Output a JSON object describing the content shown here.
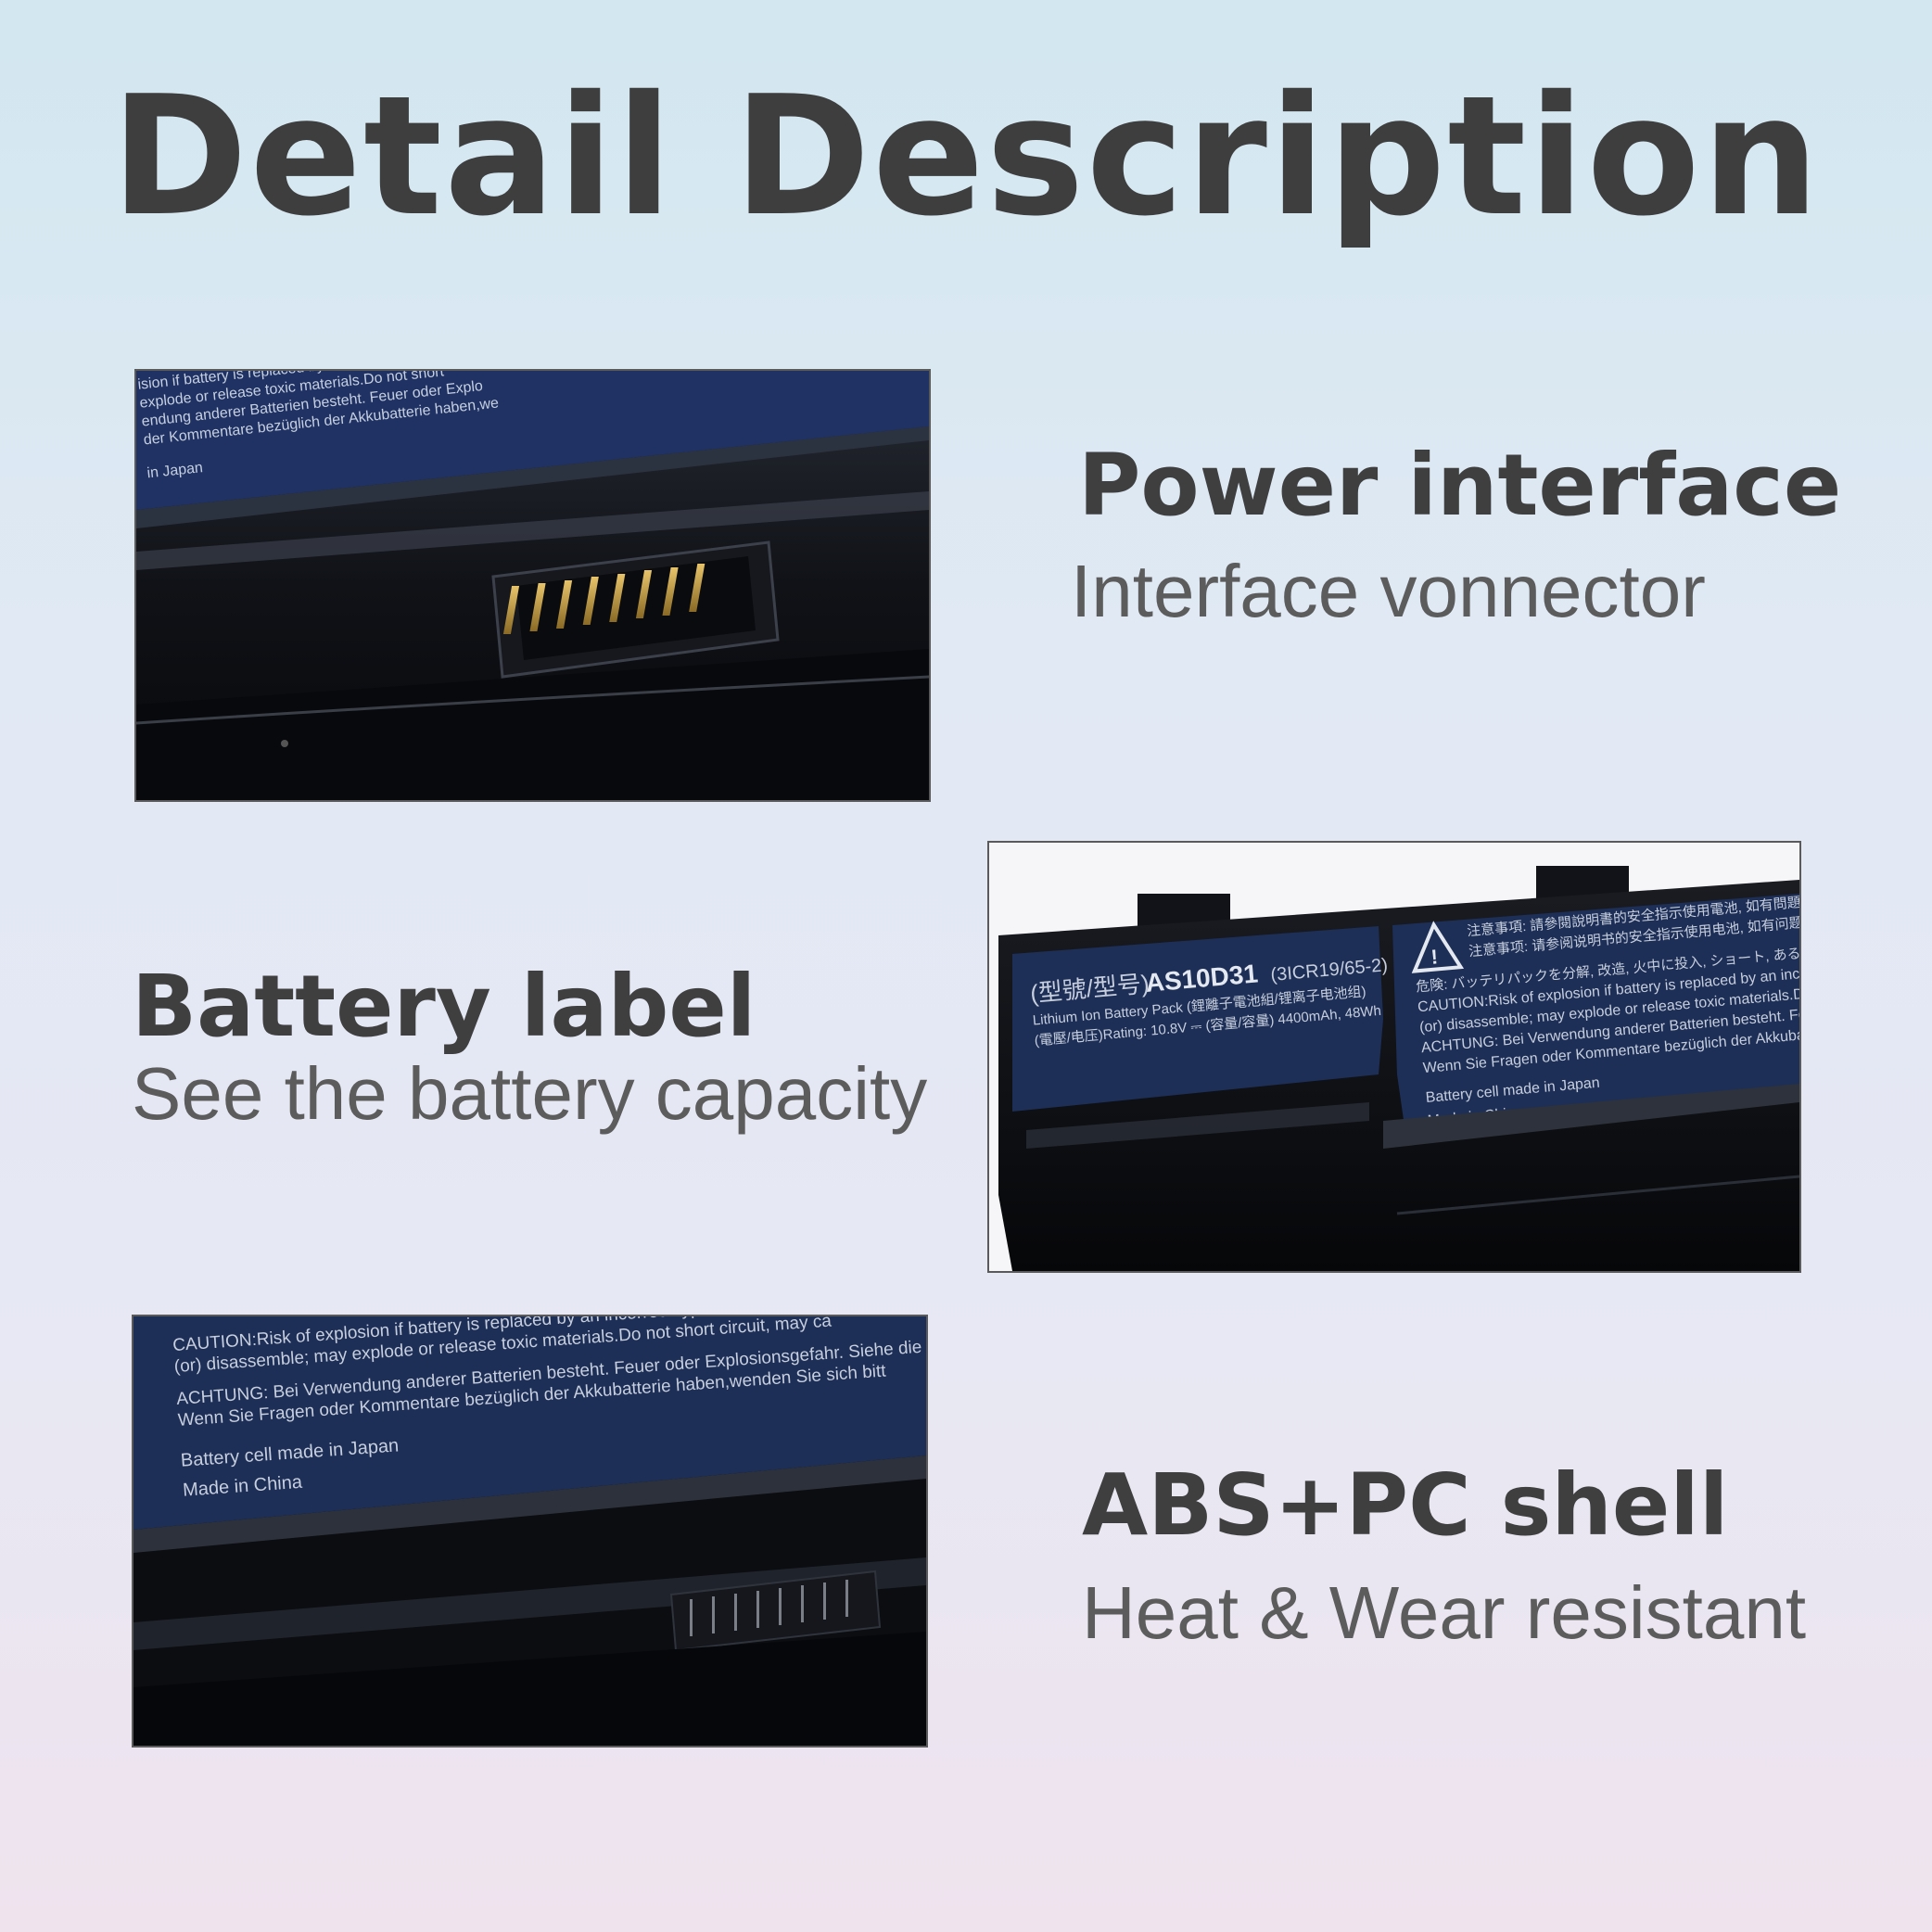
{
  "title": "Detail Description",
  "features": [
    {
      "heading": "Power interface",
      "subtitle": "Interface vonnector"
    },
    {
      "heading": "Battery label",
      "subtitle": "See the battery capacity"
    },
    {
      "heading": "ABS+PC shell",
      "subtitle": "Heat & Wear resistant"
    }
  ],
  "photos": {
    "connector": {
      "label_lines": [
        "ision if battery is replaced by an incorrect type",
        "explode or release toxic materials.Do not short",
        "endung anderer Batterien besteht. Feuer oder Explo",
        "der Kommentare bezüglich der Akkubatterie haben,we",
        "in Japan"
      ]
    },
    "label": {
      "model": "AS10D31",
      "model_prefix": "(型號/型号)",
      "cell_code": "(3ICR19/65-2)",
      "pack_line": "Lithium Ion Battery Pack (鋰離子電池組/锂离子电池组)",
      "rating_line": "(電壓/电压)Rating: 10.8V ⎓ (容量/容量) 4400mAh, 48Wh",
      "warning_lines": [
        "注意事項: 請參閱說明書的安全指示使用電池, 如有問題",
        "注意事项: 请参阅说明书的安全指示使用电池, 如有问题",
        "危険: バッテリパックを分解, 改造, 火中に投入, ショート, あるいは指定された充",
        "CAUTION:Risk of explosion if battery is replaced by an incorrect type",
        "(or) disassemble; may explode or release toxic materials.Do not sho",
        "ACHTUNG: Bei Verwendung anderer Batterien besteht. Feuer oder E",
        "Wenn Sie Fragen oder Kommentare bezüglich der Akkubat",
        "Battery cell made in Japan",
        "Made in China"
      ]
    },
    "shell": {
      "label_lines": [
        "CAUTION:Risk of explosion if battery is replaced by an incorrect type. Do not short circuit, may ca",
        "(or) disassemble; may explode or release toxic materials.Do not short circuit, may ca",
        "ACHTUNG: Bei Verwendung anderer Batterien besteht. Feuer oder Explosionsgefahr. Siehe die Vorsicht",
        "Wenn Sie Fragen oder Kommentare bezüglich der Akkubatterie haben,wenden Sie sich bitt",
        "Battery cell made in Japan",
        "Made in China"
      ]
    }
  },
  "colors": {
    "text_heading": "#3f3f3f",
    "text_sub": "#5c5c5c",
    "battery_body": "#0d0e12",
    "label_blue": "#1d2f57"
  }
}
